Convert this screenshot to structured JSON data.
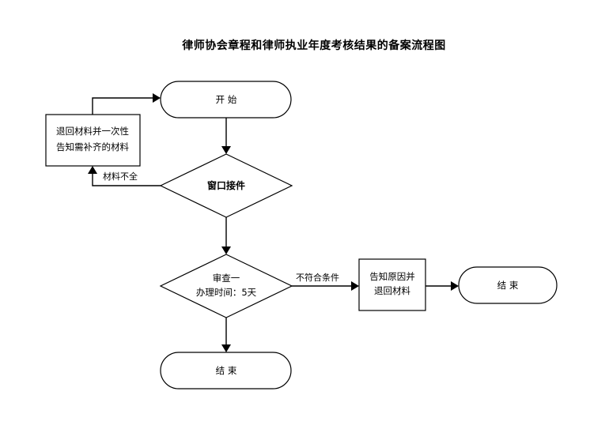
{
  "title": "律师协会章程和律师执业年度考核结果的备案流程图",
  "nodes": {
    "start": "开 始",
    "return_materials_line1": "退回材料并一次性",
    "return_materials_line2": "告知需补齐的材料",
    "window_receive": "窗口接件",
    "review_line1": "审查一",
    "review_line2": "办理时间：5天",
    "notify_reason_line1": "告知原因并",
    "notify_reason_line2": "退回材料",
    "end_right": "结 束",
    "end_bottom": "结 束"
  },
  "edges": {
    "incomplete_materials": "材料不全",
    "not_qualified": "不符合条件"
  }
}
